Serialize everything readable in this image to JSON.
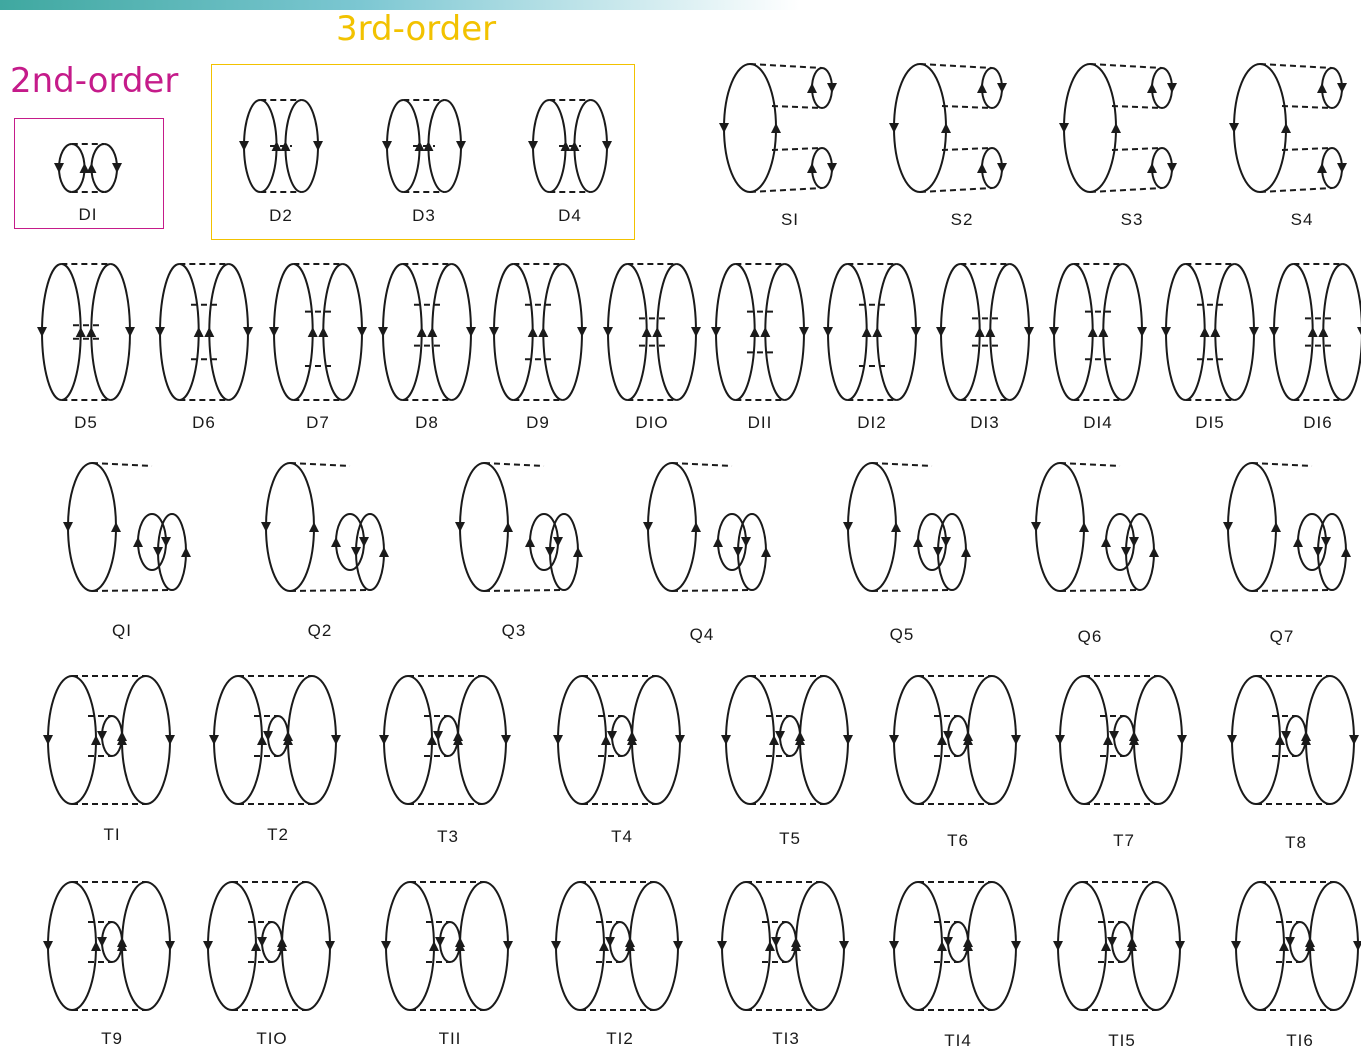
{
  "headers": {
    "second_order": "2nd-order",
    "third_order": "3rd-order"
  },
  "colors": {
    "second_order": "#c51b8a",
    "third_order": "#f2c200",
    "ink": "#1a1a1a"
  },
  "diagrams": [
    "DI",
    "D2",
    "D3",
    "D4",
    "SI",
    "S2",
    "S3",
    "S4",
    "D5",
    "D6",
    "D7",
    "D8",
    "D9",
    "DIO",
    "DII",
    "DI2",
    "DI3",
    "DI4",
    "DI5",
    "DI6",
    "QI",
    "Q2",
    "Q3",
    "Q4",
    "Q5",
    "Q6",
    "Q7",
    "TI",
    "T2",
    "T3",
    "T4",
    "T5",
    "T6",
    "T7",
    "T8",
    "T9",
    "TIO",
    "TII",
    "TI2",
    "TI3",
    "TI4",
    "TI5",
    "TI6"
  ]
}
